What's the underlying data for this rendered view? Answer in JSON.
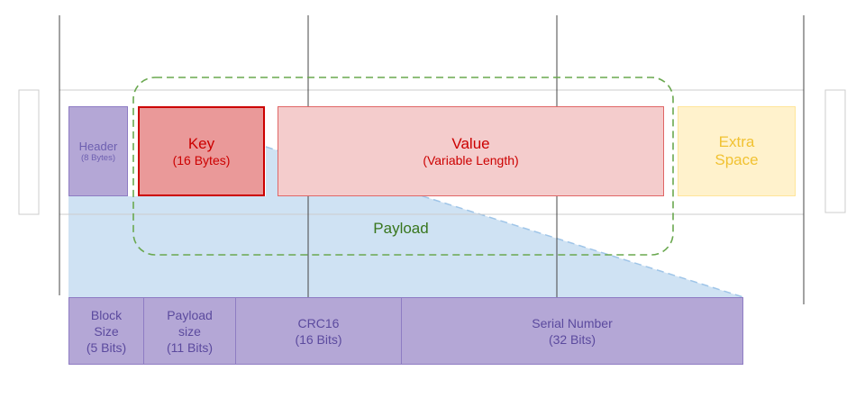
{
  "colors": {
    "line": "#444444",
    "rail": "#cccccc",
    "header_fill": "#b4a7d6",
    "header_stroke": "#8e7cc3",
    "header_text": "#6d5fb0",
    "key_fill": "#ea9999",
    "key_stroke": "#cc0000",
    "key_text": "#cc0000",
    "value_fill": "#f4cccc",
    "value_stroke": "#e06666",
    "value_text": "#cc0000",
    "extra_fill": "#fff2cc",
    "extra_stroke": "#ffe599",
    "extra_text": "#f1c232",
    "zoom_fill": "#cfe2f3",
    "zoom_stroke": "#9fc5e8",
    "payload_outline": "#6aa84f",
    "payload_text": "#38761d",
    "breakdown_fill": "#b4a7d6",
    "breakdown_stroke": "#8e7cc3",
    "breakdown_text": "#5b4a9e"
  },
  "record": {
    "header": {
      "label": "Header",
      "sublabel": "(8 Bytes)"
    },
    "key": {
      "label": "Key",
      "sublabel": "(16 Bytes)"
    },
    "value": {
      "label": "Value",
      "sublabel": "(Variable Length)"
    },
    "extra": {
      "line1": "Extra",
      "line2": "Space"
    },
    "payload_label": "Payload"
  },
  "header_fields": [
    {
      "lines": [
        "Block",
        "Size",
        "(5 Bits)"
      ]
    },
    {
      "lines": [
        "Payload",
        "size",
        "(11 Bits)"
      ]
    },
    {
      "lines": [
        "CRC16",
        "(16 Bits)"
      ]
    },
    {
      "lines": [
        "Serial Number",
        "(32 Bits)"
      ]
    }
  ]
}
